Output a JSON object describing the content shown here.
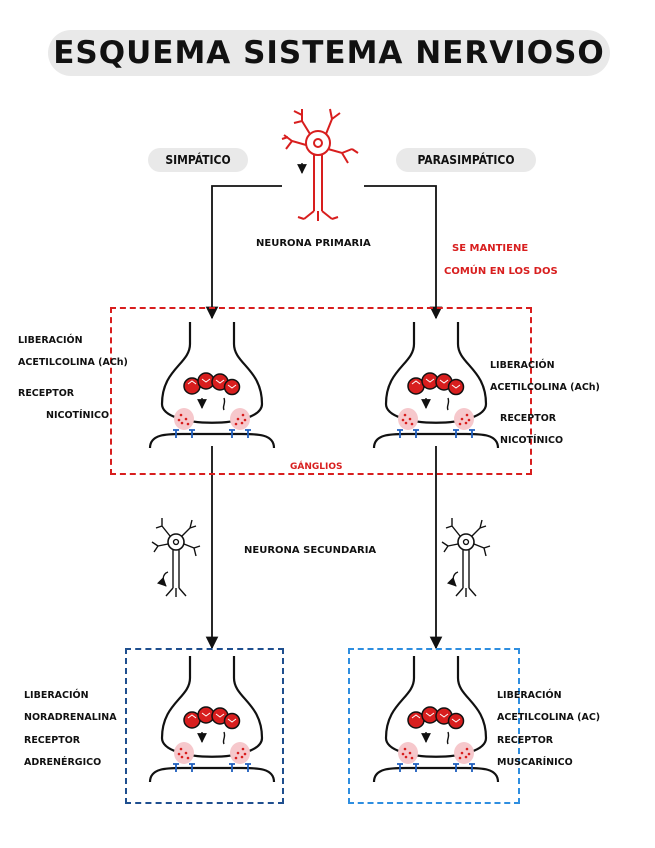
{
  "title": "ESQUEMA SISTEMA NERVIOSO",
  "branches": {
    "sympathetic": "SIMPÁTICO",
    "parasympathetic": "PARASIMPÁTICO"
  },
  "primary_neuron": "NEURONA PRIMARIA",
  "common_note": [
    "SE MANTIENE",
    "COMÚN EN LOS DOS"
  ],
  "ganglia_label": "GÁNGLIOS",
  "secondary_neuron": "NEURONA SECUNDARIA",
  "ganglion_left": [
    "LIBERACIÓN",
    "ACETILCOLINA (ACh)",
    "RECEPTOR",
    "NICOTÍNICO"
  ],
  "ganglion_right": [
    "LIBERACIÓN",
    "ACETILCOLINA (ACh)",
    "RECEPTOR",
    "NICOTÍNICO"
  ],
  "effector_left": [
    "LIBERACIÓN",
    "NORADRENALINA",
    "RECEPTOR",
    "ADRENÉRGICO"
  ],
  "effector_right": [
    "LIBERACIÓN",
    "ACETILCOLINA (AC)",
    "RECEPTOR",
    "MUSCARÍNICO"
  ],
  "colors": {
    "neuron_primary": "#d81e1e",
    "ganglia_box": "#d81e1e",
    "effector_box_left": "#1f4f8f",
    "effector_box_right": "#2e8ee0",
    "receptor_blue": "#1f5fbf",
    "title_bg": "#e9e9e9"
  }
}
